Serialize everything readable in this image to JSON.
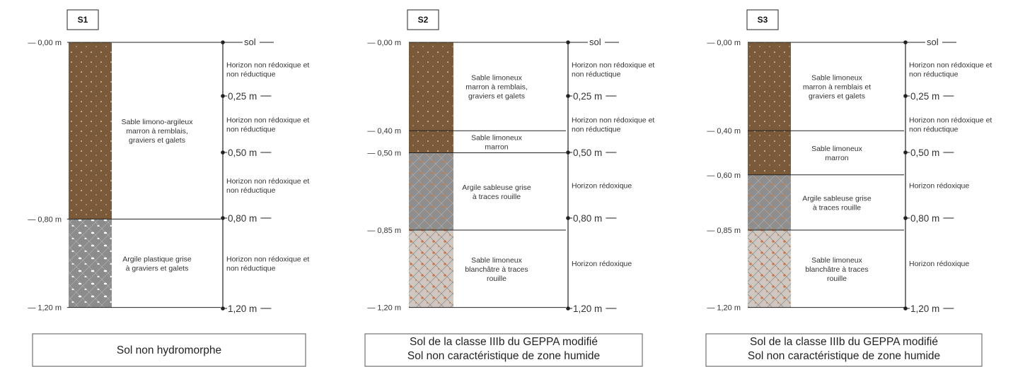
{
  "colors": {
    "brown": "#7b5a3a",
    "gray_hatch": "#8a8a8a",
    "rust": "#c97a4a",
    "line": "#222222"
  },
  "profiles": [
    {
      "name": "S1",
      "depth_labels": [
        "0,00 m",
        "0,80 m",
        "1,20 m"
      ],
      "layers": [
        {
          "from": 0.0,
          "to": 0.8,
          "fill": "brown",
          "lines": [
            "Sable limono-argileux",
            "marron à remblais,",
            "graviers et galets"
          ]
        },
        {
          "from": 0.8,
          "to": 1.2,
          "fill": "gray_white",
          "lines": [
            "Argile plastique grise",
            "à graviers et galets"
          ]
        }
      ],
      "scale_labels": [
        "sol",
        "0,25 m",
        "0,50 m",
        "0,80 m",
        "1,20 m"
      ],
      "horizons": [
        [
          "Horizon non rédoxique et",
          "non réductique"
        ],
        [
          "Horizon non rédoxique et",
          "non réductique"
        ],
        [
          "Horizon non rédoxique et",
          "non réductique"
        ],
        [
          "Horizon non rédoxique et",
          "non réductique"
        ]
      ],
      "conclusion": [
        "Sol non hydromorphe"
      ]
    },
    {
      "name": "S2",
      "depth_labels": [
        "0,00 m",
        "0,40 m",
        "0,50 m",
        "0,85 m",
        "1,20 m"
      ],
      "layers": [
        {
          "from": 0.0,
          "to": 0.4,
          "fill": "brown",
          "lines": [
            "Sable limoneux",
            "marron à remblais,",
            "graviers et galets"
          ]
        },
        {
          "from": 0.4,
          "to": 0.5,
          "fill": "brown",
          "lines": [
            "Sable limoneux",
            "marron"
          ]
        },
        {
          "from": 0.5,
          "to": 0.85,
          "fill": "gray_rust",
          "lines": [
            "Argile sableuse grise",
            "à traces rouille"
          ]
        },
        {
          "from": 0.85,
          "to": 1.2,
          "fill": "light_rust",
          "lines": [
            "Sable limoneux",
            "blanchâtre à traces",
            "rouille"
          ]
        }
      ],
      "scale_labels": [
        "sol",
        "0,25 m",
        "0,50 m",
        "0,80 m",
        "1,20 m"
      ],
      "horizons": [
        [
          "Horizon non rédoxique et",
          "non réductique"
        ],
        [
          "Horizon non rédoxique et",
          "non réductique"
        ],
        [
          "Horizon rédoxique"
        ],
        [
          "Horizon rédoxique"
        ]
      ],
      "conclusion": [
        "Sol de la classe IIIb du GEPPA modifié",
        "Sol non caractéristique de zone humide"
      ]
    },
    {
      "name": "S3",
      "depth_labels": [
        "0,00 m",
        "0,40 m",
        "0,60 m",
        "0,85 m",
        "1,20 m"
      ],
      "layers": [
        {
          "from": 0.0,
          "to": 0.4,
          "fill": "brown",
          "lines": [
            "Sable limoneux",
            "marron à remblais et",
            "graviers et galets"
          ]
        },
        {
          "from": 0.4,
          "to": 0.6,
          "fill": "brown",
          "lines": [
            "Sable limoneux",
            "marron"
          ]
        },
        {
          "from": 0.6,
          "to": 0.85,
          "fill": "gray_rust",
          "lines": [
            "Argile sableuse grise",
            "à traces rouille"
          ]
        },
        {
          "from": 0.85,
          "to": 1.2,
          "fill": "light_rust",
          "lines": [
            "Sable limoneux",
            "blanchâtre à traces",
            "rouille"
          ]
        }
      ],
      "scale_labels": [
        "sol",
        "0,25 m",
        "0,50 m",
        "0,80 m",
        "1,20 m"
      ],
      "horizons": [
        [
          "Horizon non rédoxique et",
          "non réductique"
        ],
        [
          "Horizon non rédoxique et",
          "non réductique"
        ],
        [
          "Horizon rédoxique"
        ],
        [
          "Horizon rédoxique"
        ]
      ],
      "conclusion": [
        "Sol de la classe IIIb du GEPPA modifié",
        "Sol non caractéristique de zone humide"
      ]
    }
  ]
}
